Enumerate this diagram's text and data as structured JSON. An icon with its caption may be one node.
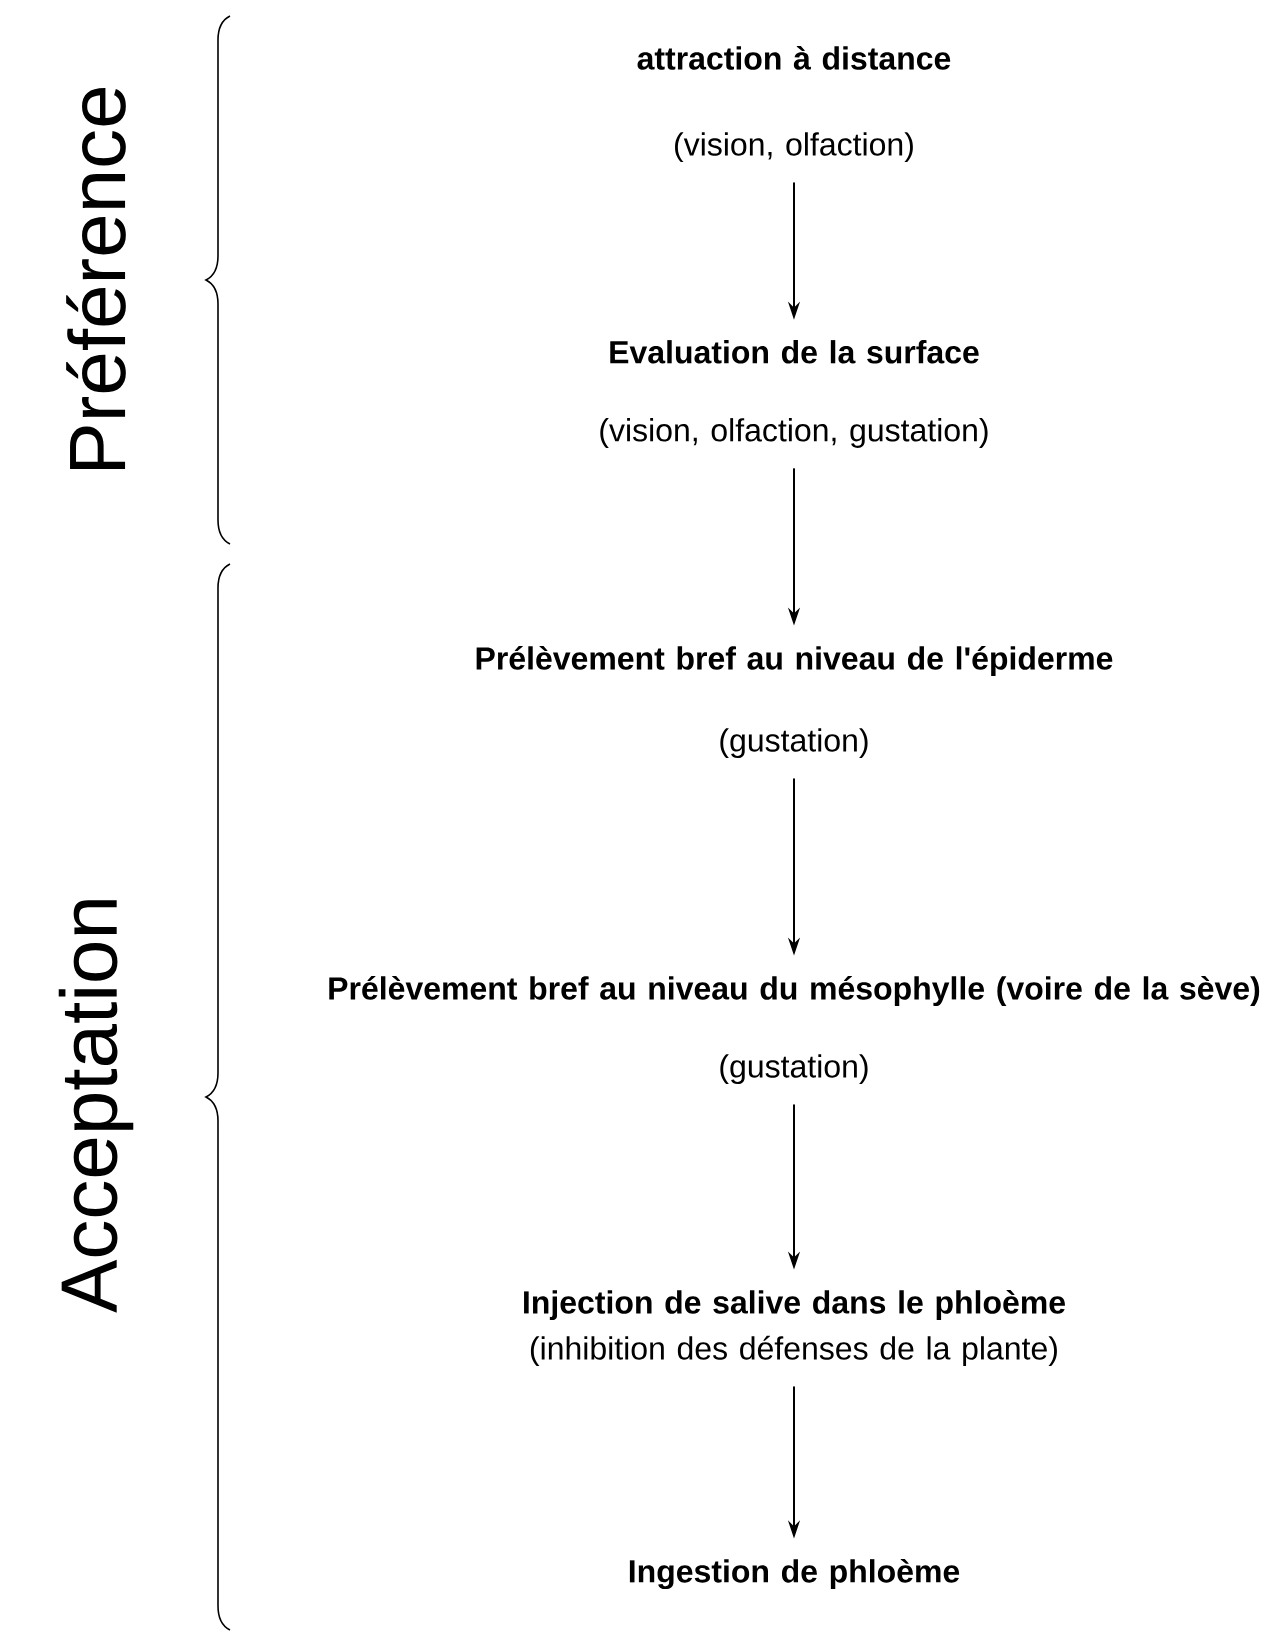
{
  "diagram": {
    "nodes": [
      {
        "text": [
          "attraction à distance",
          "(vision, olfaction)"
        ]
      },
      {
        "text": [
          "Evaluation de la surface",
          "(vision, olfaction, gustation)"
        ]
      },
      {
        "text": [
          "Prélèvement bref au niveau de l'épiderme",
          "(gustation)"
        ]
      },
      {
        "text": [
          "Prélèvement bref au niveau du mésophylle (voire de la sève)",
          "(gustation)"
        ]
      },
      {
        "text": [
          "Injection de salive dans le phloème",
          "(inhibition des défenses de la plante)"
        ]
      },
      {
        "text": [
          "Ingestion de phloème"
        ]
      }
    ],
    "edges": [
      {
        "from": 0,
        "to": 1,
        "arrow": "to"
      },
      {
        "from": 1,
        "to": 2,
        "arrow": "to"
      },
      {
        "from": 2,
        "to": 3,
        "arrow": "to"
      },
      {
        "from": 3,
        "to": 4,
        "arrow": "to"
      },
      {
        "from": 4,
        "to": 5,
        "arrow": "to"
      }
    ],
    "labels": [
      "Préférence",
      "Acceptation"
    ]
  }
}
